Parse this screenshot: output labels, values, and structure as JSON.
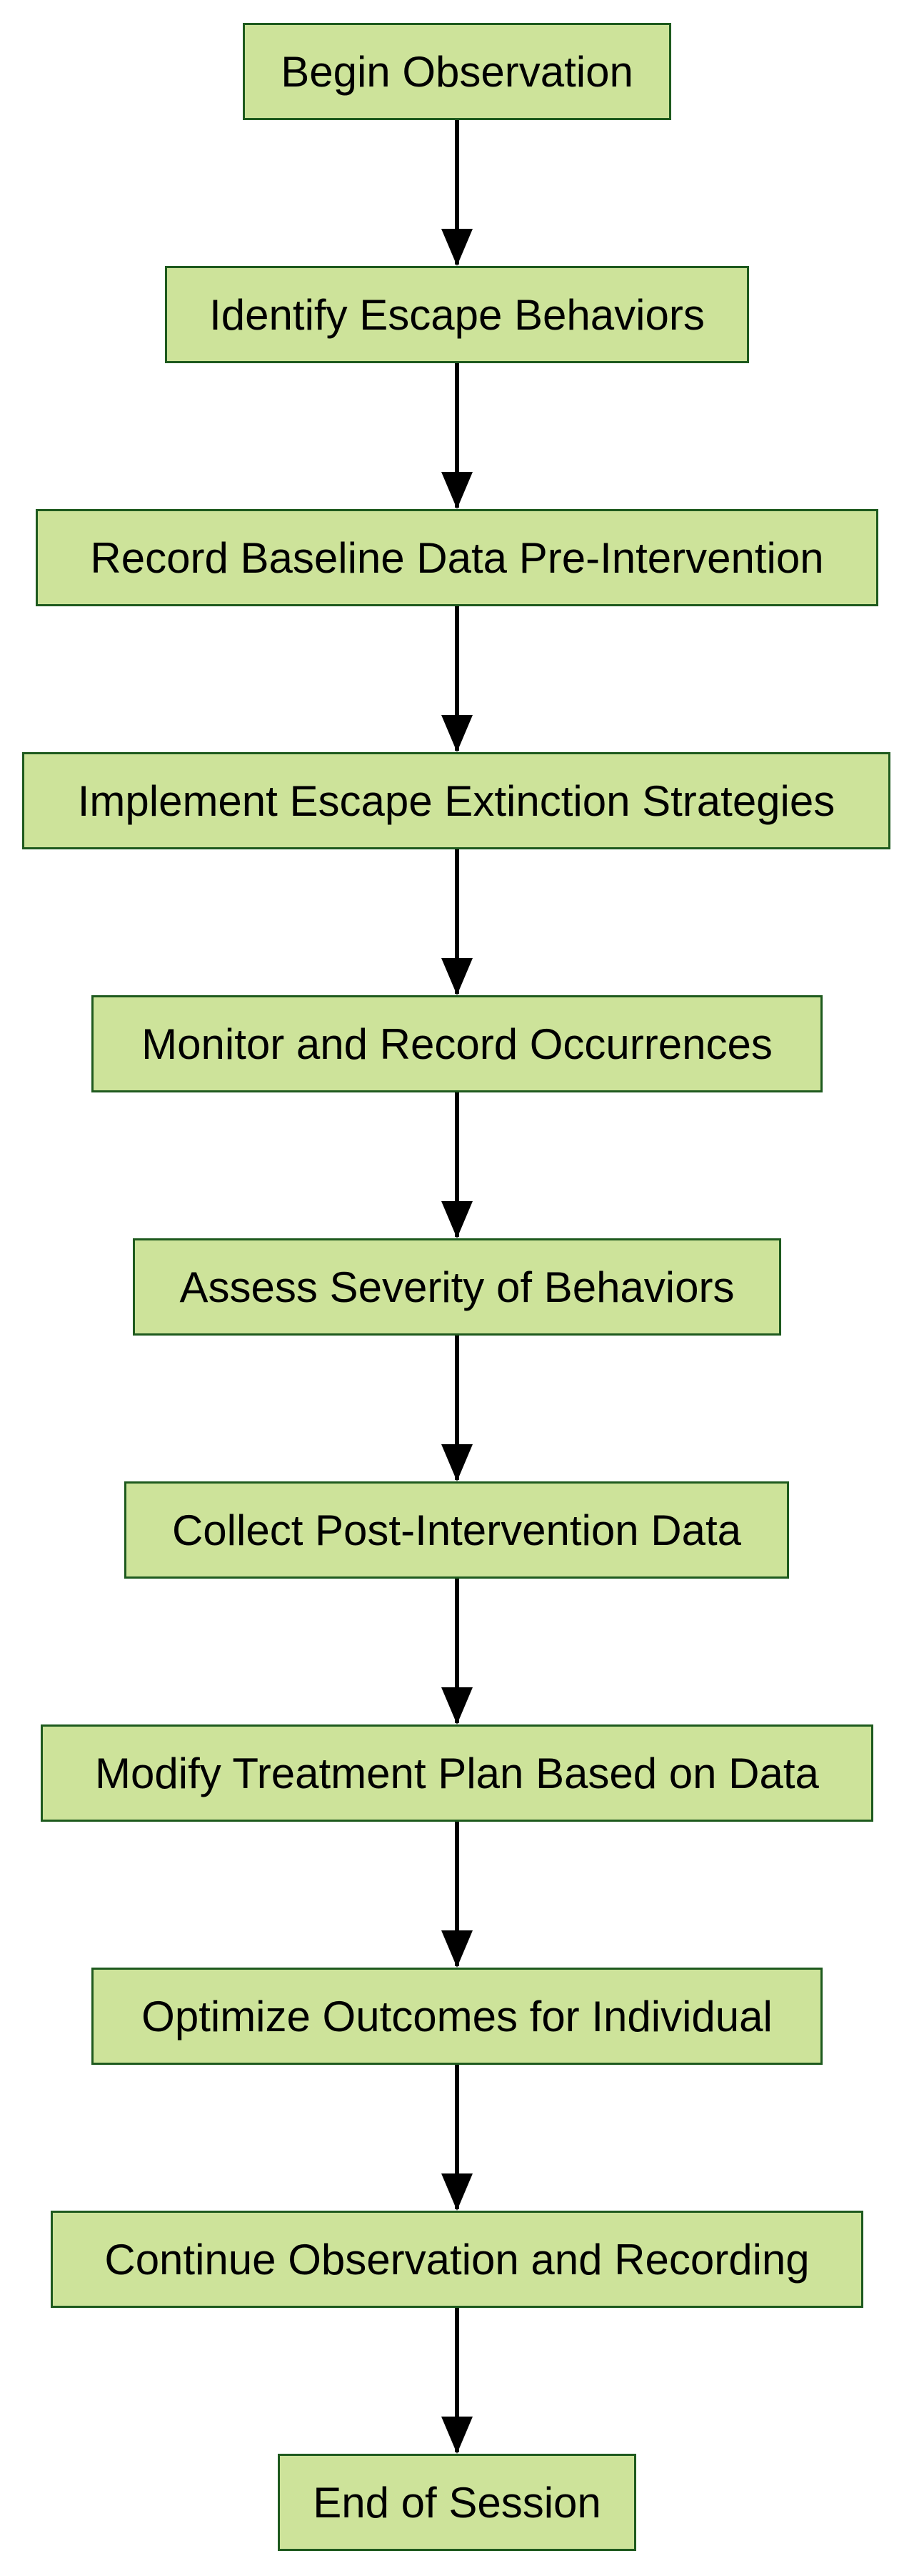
{
  "diagram": {
    "type": "flowchart",
    "direction": "top-down",
    "colors": {
      "node_fill": "#cde39a",
      "node_border": "#1e5a1e",
      "edge": "#000000",
      "text": "#000000"
    },
    "nodes": [
      {
        "id": "begin",
        "label": "Begin Observation"
      },
      {
        "id": "identify",
        "label": "Identify Escape Behaviors"
      },
      {
        "id": "baseline",
        "label": "Record Baseline Data Pre-Intervention"
      },
      {
        "id": "implement",
        "label": "Implement Escape Extinction Strategies"
      },
      {
        "id": "monitor",
        "label": "Monitor and Record Occurrences"
      },
      {
        "id": "assess",
        "label": "Assess Severity of Behaviors"
      },
      {
        "id": "collect",
        "label": "Collect Post-Intervention Data"
      },
      {
        "id": "modify",
        "label": "Modify Treatment Plan Based on Data"
      },
      {
        "id": "optimize",
        "label": "Optimize Outcomes for Individual"
      },
      {
        "id": "continue",
        "label": "Continue Observation and Recording"
      },
      {
        "id": "end",
        "label": "End of Session"
      }
    ],
    "edges": [
      {
        "from": "begin",
        "to": "identify"
      },
      {
        "from": "identify",
        "to": "baseline"
      },
      {
        "from": "baseline",
        "to": "implement"
      },
      {
        "from": "implement",
        "to": "monitor"
      },
      {
        "from": "monitor",
        "to": "assess"
      },
      {
        "from": "assess",
        "to": "collect"
      },
      {
        "from": "collect",
        "to": "modify"
      },
      {
        "from": "modify",
        "to": "optimize"
      },
      {
        "from": "optimize",
        "to": "continue"
      },
      {
        "from": "continue",
        "to": "end"
      }
    ]
  }
}
